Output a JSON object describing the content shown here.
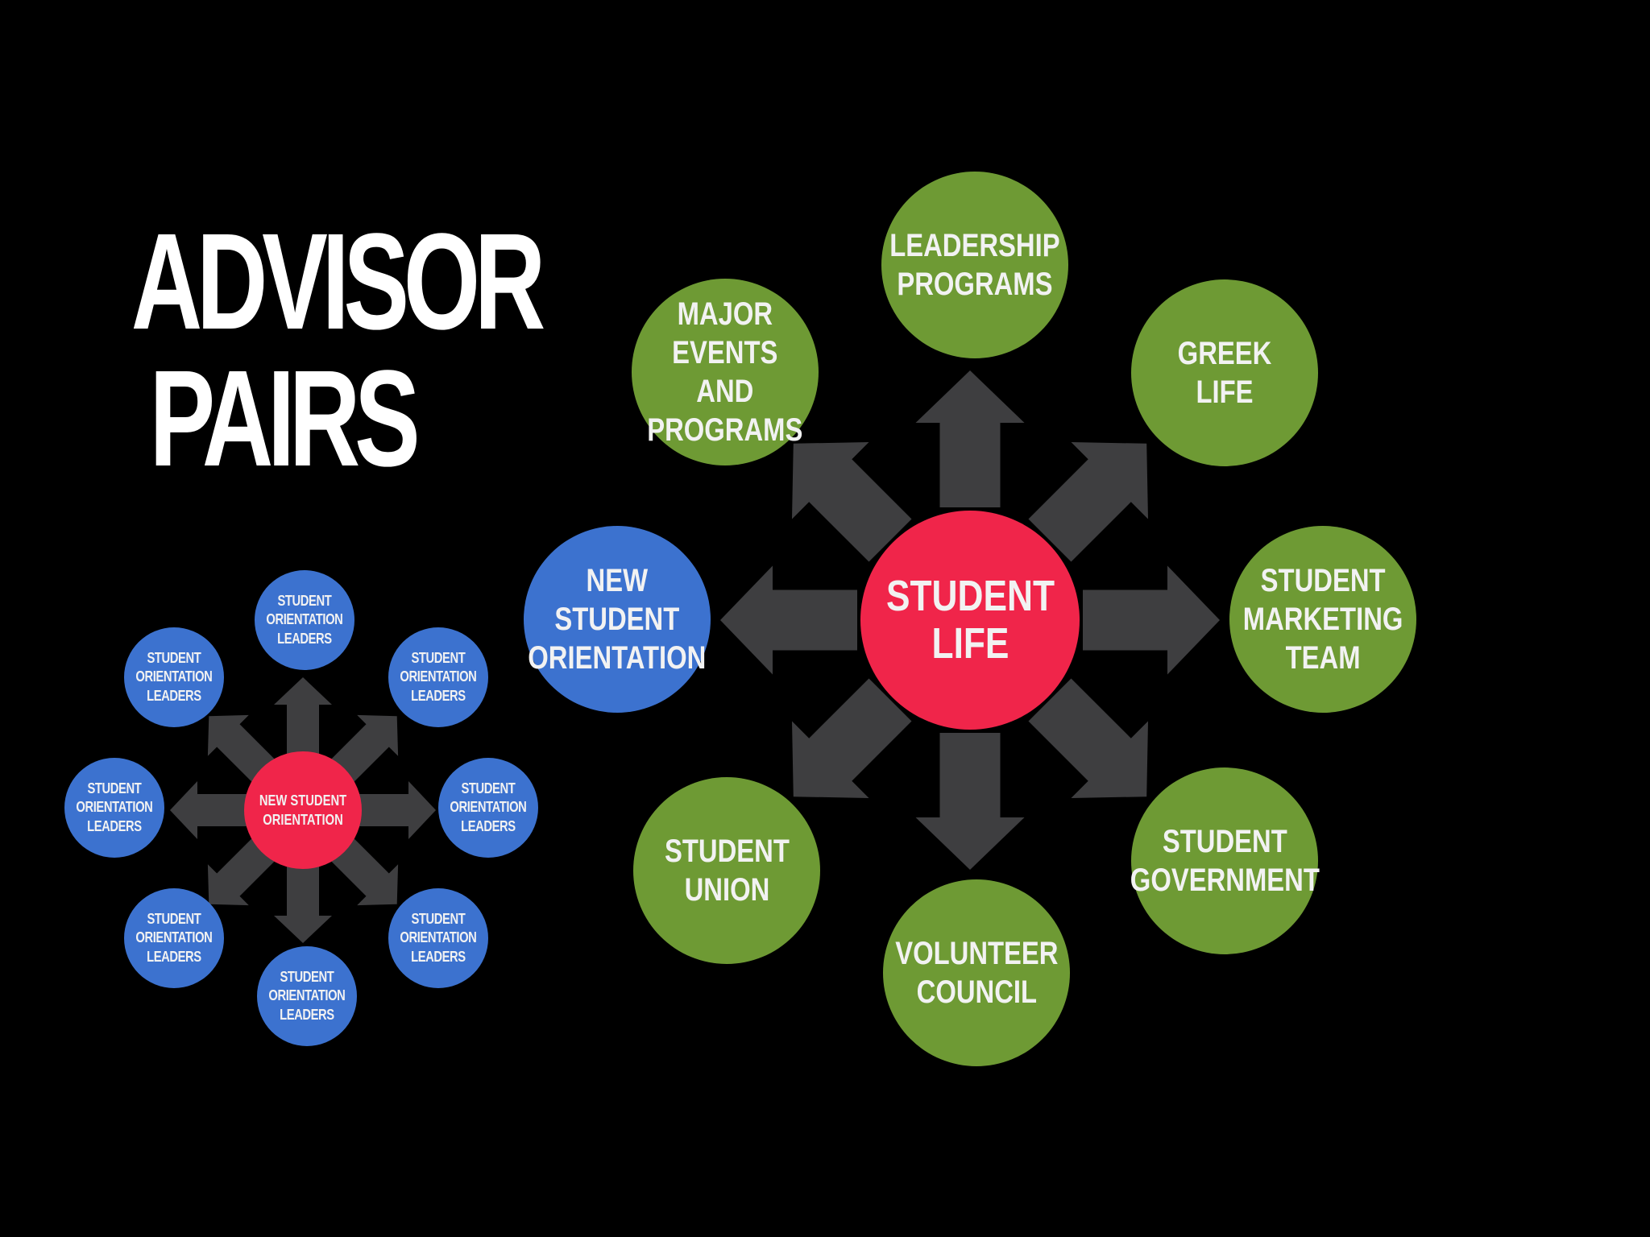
{
  "title": {
    "line1": "ADVISOR",
    "line2": "PAIRS"
  },
  "colors": {
    "background": "#000000",
    "green": "#6e9a34",
    "blue": "#3c72cf",
    "red": "#f0254a",
    "arrow": "#3e3e40"
  },
  "main_diagram": {
    "center": "STUDENT\nLIFE",
    "nodes": [
      {
        "id": "leadership-programs",
        "label": "LEADERSHIP\nPROGRAMS",
        "color": "green"
      },
      {
        "id": "greek-life",
        "label": "GREEK LIFE",
        "color": "green"
      },
      {
        "id": "student-marketing-team",
        "label": "STUDENT\nMARKETING\nTEAM",
        "color": "green"
      },
      {
        "id": "student-government",
        "label": "STUDENT\nGOVERNMENT",
        "color": "green"
      },
      {
        "id": "volunteer-council",
        "label": "VOLUNTEER\nCOUNCIL",
        "color": "green"
      },
      {
        "id": "student-union",
        "label": "STUDENT\nUNION",
        "color": "green"
      },
      {
        "id": "new-student-orientation",
        "label": "NEW STUDENT\nORIENTATION",
        "color": "blue"
      },
      {
        "id": "major-events-and-programs",
        "label": "MAJOR\nEVENTS AND\nPROGRAMS",
        "color": "green"
      }
    ]
  },
  "small_diagram": {
    "center": "NEW STUDENT\nORIENTATION",
    "nodes": [
      {
        "label": "STUDENT\nORIENTATION\nLEADERS"
      },
      {
        "label": "STUDENT\nORIENTATION\nLEADERS"
      },
      {
        "label": "STUDENT\nORIENTATION\nLEADERS"
      },
      {
        "label": "STUDENT\nORIENTATION\nLEADERS"
      },
      {
        "label": "STUDENT\nORIENTATION\nLEADERS"
      },
      {
        "label": "STUDENT\nORIENTATION\nLEADERS"
      },
      {
        "label": "STUDENT\nORIENTATION\nLEADERS"
      },
      {
        "label": "STUDENT\nORIENTATION\nLEADERS"
      }
    ]
  }
}
